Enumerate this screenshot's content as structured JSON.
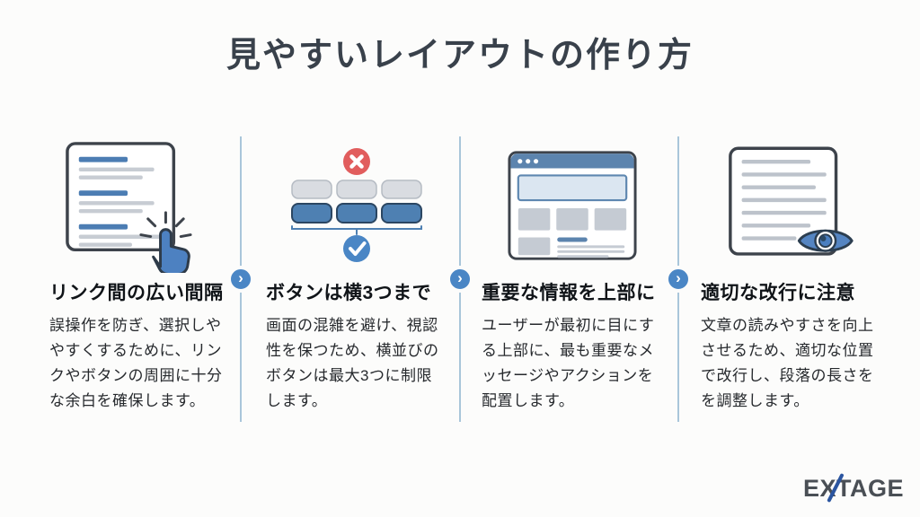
{
  "title": "見やすいレイアウトの作り方",
  "columns": [
    {
      "heading": "リンク間の広い間隔",
      "body": "誤操作を防ぎ、選択しややすくするために、リンクやボタンの周囲に十分な余白を確保します。",
      "icon": "document-links-click-icon"
    },
    {
      "heading": "ボタンは横3つまで",
      "body": "画面の混雑を避け、視認性を保つため、横並びのボタンは最大3つに制限します。",
      "icon": "button-rows-check-icon"
    },
    {
      "heading": "重要な情報を上部に",
      "body": "ユーザーが最初に目にする上部に、最も重要なメッセージやアクションを配置します。",
      "icon": "browser-top-content-icon"
    },
    {
      "heading": "適切な改行に注意",
      "body": "文章の読みやすさを向上させるため、適切な位置で改行し、段落の長さをを調整します。",
      "icon": "document-eye-icon"
    }
  ],
  "chevron_glyph": "›",
  "logo": {
    "pre": "E",
    "x": "X",
    "post": "TAGE"
  },
  "colors": {
    "title_text": "#39414b",
    "accent_blue": "#4a86c5",
    "steel_blue": "#5c84ae",
    "button_blue": "#4e80b2",
    "error_red": "#e15d5d",
    "divider_blue": "#a9c6da",
    "light_gray": "#c5cbd3",
    "logo_dark": "#4a4f55",
    "logo_blue": "#2b55a0"
  }
}
